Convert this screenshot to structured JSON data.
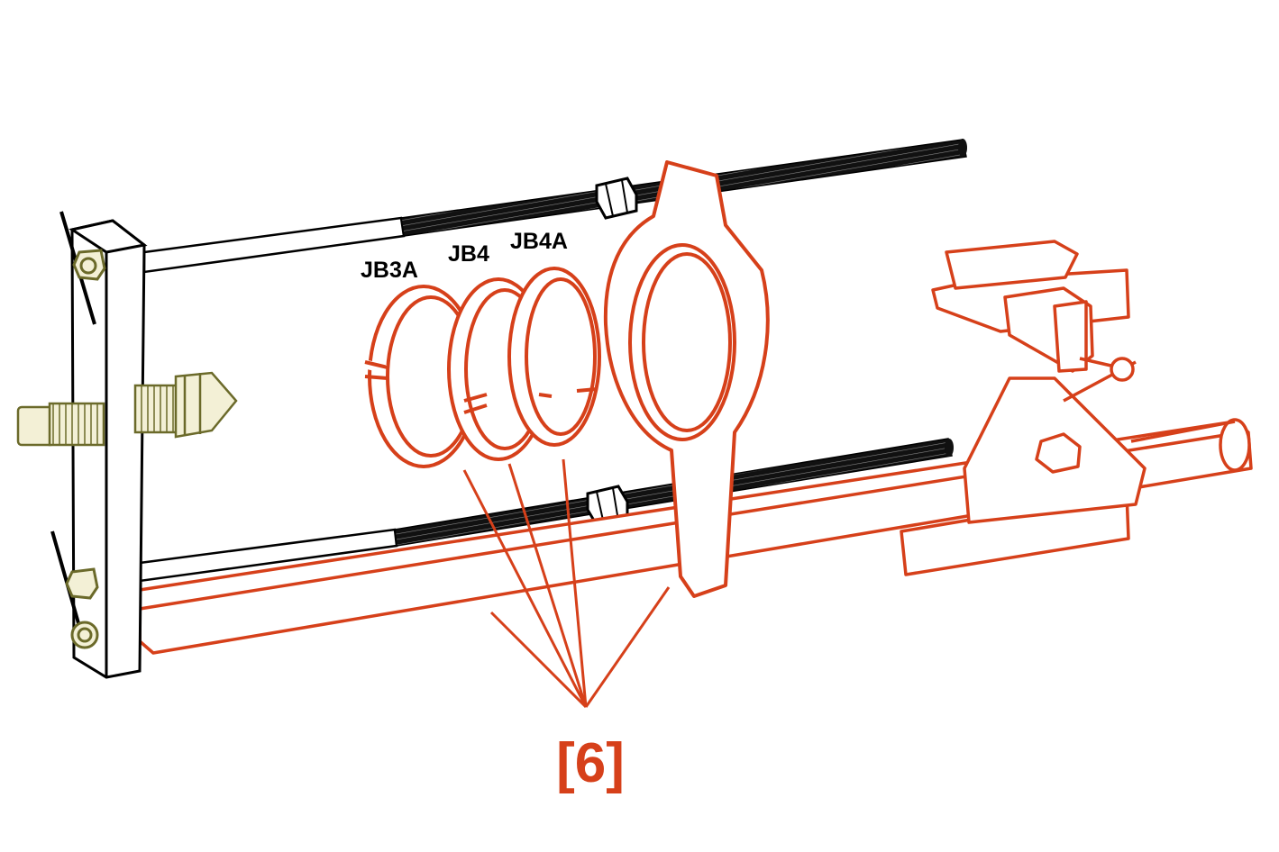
{
  "diagram": {
    "part_labels": [
      "JB3A",
      "JB4",
      "JB4A"
    ],
    "callout": "[6]",
    "colors": {
      "highlight": "#d6401a",
      "outline": "#000000",
      "bolt": "#6b6a2a",
      "bolt_fill": "#f3f0d6",
      "background": "#ffffff"
    }
  }
}
